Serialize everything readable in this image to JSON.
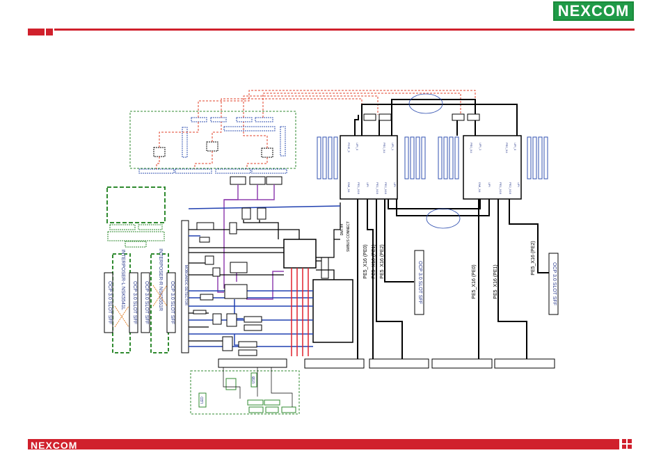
{
  "brand": {
    "name": "NEXCOM",
    "colors": {
      "green": "#1f9a47",
      "red": "#d0202c"
    }
  },
  "labels": {
    "pe0": "PE5_X16 (PE0)",
    "pe1": "PE5_X16 (PE1)",
    "pe2": "PE5_X16 (PE2)",
    "pe0b": "PE5_X16 (PE0)",
    "pe1b": "PE5_X16 (PE1)",
    "pe2b": "PE5_X16 (PE2)",
    "ocp1": "OCP 3.0 SLOT SFF",
    "ocp2": "OCP 3.0 SLOT SFF",
    "ocpA": "OCP 3.0 SLOT SFF",
    "ocpB": "OCP 3.0 SLOT SFF",
    "ocpC": "OCP 3.0 SLOT SFF",
    "ocpD": "OCP 3.0 SLOT SFF",
    "interposer_l": "INTERPOSER-L NSK5541L",
    "interposer_r": "INTERPOSER-R NSK5551R",
    "dmi": "DMI X4",
    "smbus": "SMBUS CONNECT",
    "rst": "MOBOARDC DETECTOR",
    "led": "LED",
    "usb": "USB"
  }
}
